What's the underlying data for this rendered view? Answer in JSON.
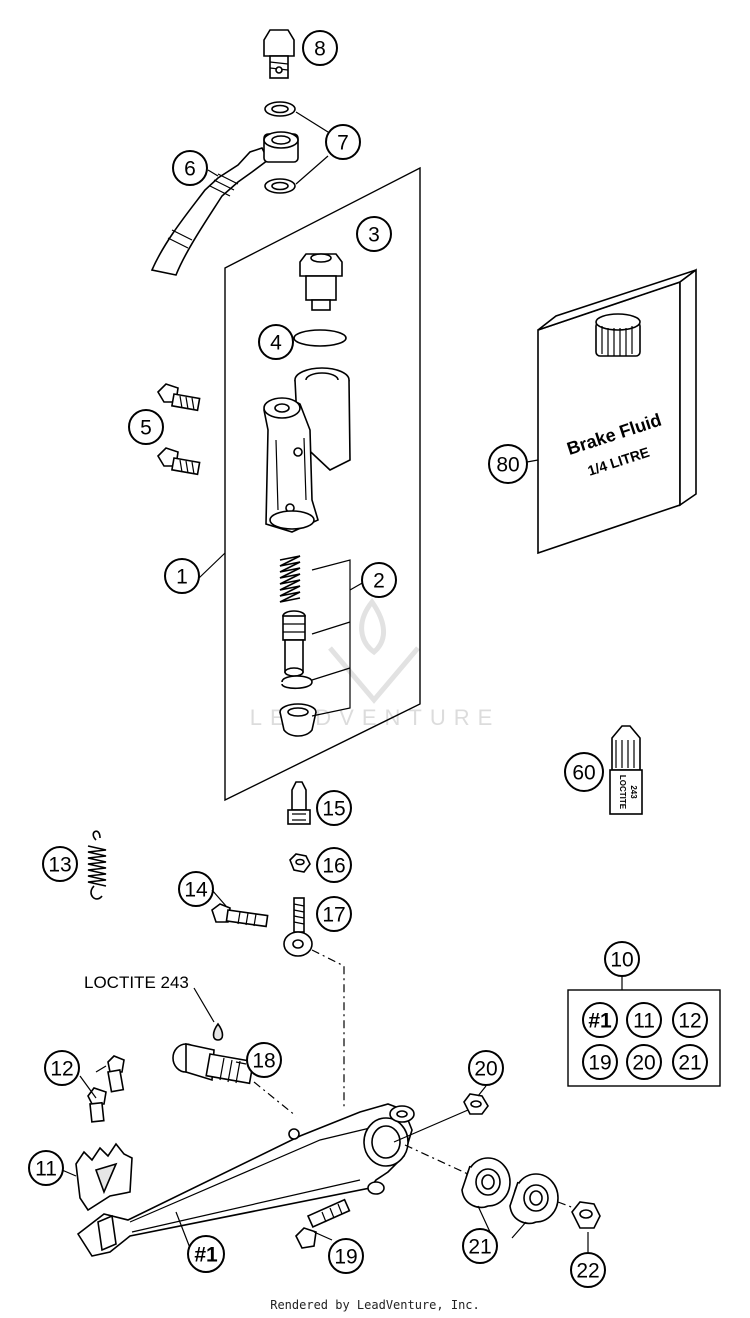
{
  "callouts": {
    "c1": "1",
    "c2": "2",
    "c3": "3",
    "c4": "4",
    "c5": "5",
    "c6": "6",
    "c7": "7",
    "c8": "8",
    "c10": "10",
    "c11": "11",
    "c12": "12",
    "c13": "13",
    "c14": "14",
    "c15": "15",
    "c16": "16",
    "c17": "17",
    "c18": "18",
    "c19": "19",
    "c20": "20",
    "c21": "21",
    "c22": "22",
    "c60": "60",
    "c80": "80",
    "cbase": "#1"
  },
  "kit": {
    "items": [
      "#1",
      "11",
      "12",
      "19",
      "20",
      "21"
    ]
  },
  "annotations": {
    "loctite_label": "LOCTITE 243"
  },
  "brake_fluid": {
    "line1": "Brake Fluid",
    "line2": "1/4 LITRE"
  },
  "loctite_tube": {
    "line1": "LOCTITE",
    "line2": "243"
  },
  "watermark": "LEADVENTURE",
  "footer": "Rendered by LeadVenture, Inc."
}
